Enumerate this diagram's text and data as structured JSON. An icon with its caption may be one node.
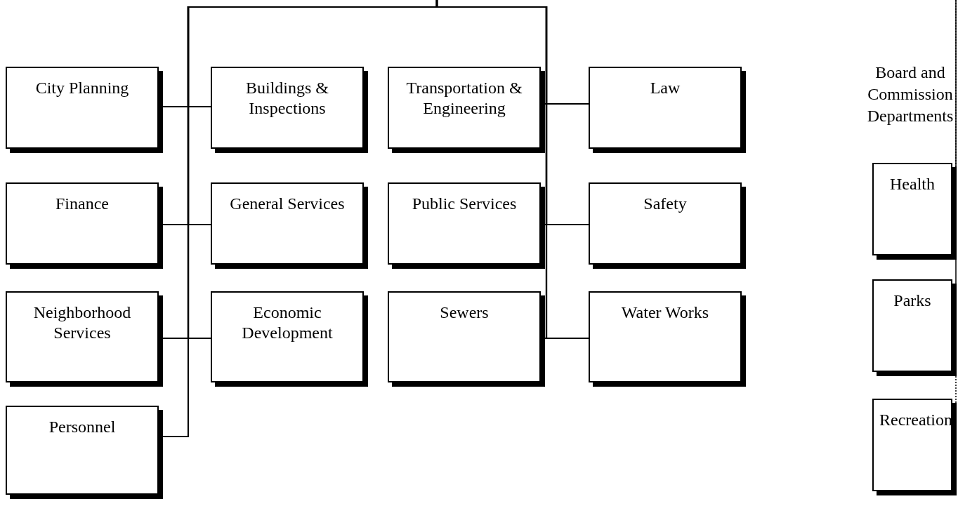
{
  "diagram": {
    "nodes": [
      {
        "text": [
          "City Planning"
        ]
      },
      {
        "text": [
          "Buildings & Inspections"
        ]
      },
      {
        "text": [
          "Transportation & Engineering"
        ]
      },
      {
        "text": [
          "Law"
        ]
      },
      {
        "text": [
          "Finance"
        ]
      },
      {
        "text": [
          "General Services"
        ]
      },
      {
        "text": [
          "Public Services"
        ]
      },
      {
        "text": [
          "Safety"
        ]
      },
      {
        "text": [
          "Neighborhood Services"
        ]
      },
      {
        "text": [
          "Economic Development"
        ]
      },
      {
        "text": [
          "Sewers"
        ]
      },
      {
        "text": [
          "Water Works"
        ]
      },
      {
        "text": [
          "Personnel"
        ]
      },
      {
        "text": [
          "Health"
        ]
      },
      {
        "text": [
          "Parks"
        ]
      },
      {
        "text": [
          "Recreation"
        ]
      }
    ],
    "edges": [
      {
        "from": null,
        "to": 0,
        "arrow": "none"
      },
      {
        "from": null,
        "to": 1,
        "arrow": "none"
      },
      {
        "from": null,
        "to": 2,
        "arrow": "none"
      },
      {
        "from": null,
        "to": 3,
        "arrow": "none"
      },
      {
        "from": null,
        "to": 4,
        "arrow": "none"
      },
      {
        "from": null,
        "to": 5,
        "arrow": "none"
      },
      {
        "from": null,
        "to": 6,
        "arrow": "none"
      },
      {
        "from": null,
        "to": 7,
        "arrow": "none"
      },
      {
        "from": null,
        "to": 8,
        "arrow": "none"
      },
      {
        "from": null,
        "to": 9,
        "arrow": "none"
      },
      {
        "from": null,
        "to": 10,
        "arrow": "none"
      },
      {
        "from": null,
        "to": 11,
        "arrow": "none"
      },
      {
        "from": null,
        "to": 12,
        "arrow": "none"
      },
      {
        "from": 13,
        "to": null,
        "arrow": "none",
        "style": "dashed"
      },
      {
        "from": 14,
        "to": null,
        "arrow": "none",
        "style": "dashed"
      },
      {
        "from": 15,
        "to": null,
        "arrow": "none",
        "style": "dashed"
      }
    ],
    "labels": [
      "Board and Commission Departments"
    ]
  }
}
